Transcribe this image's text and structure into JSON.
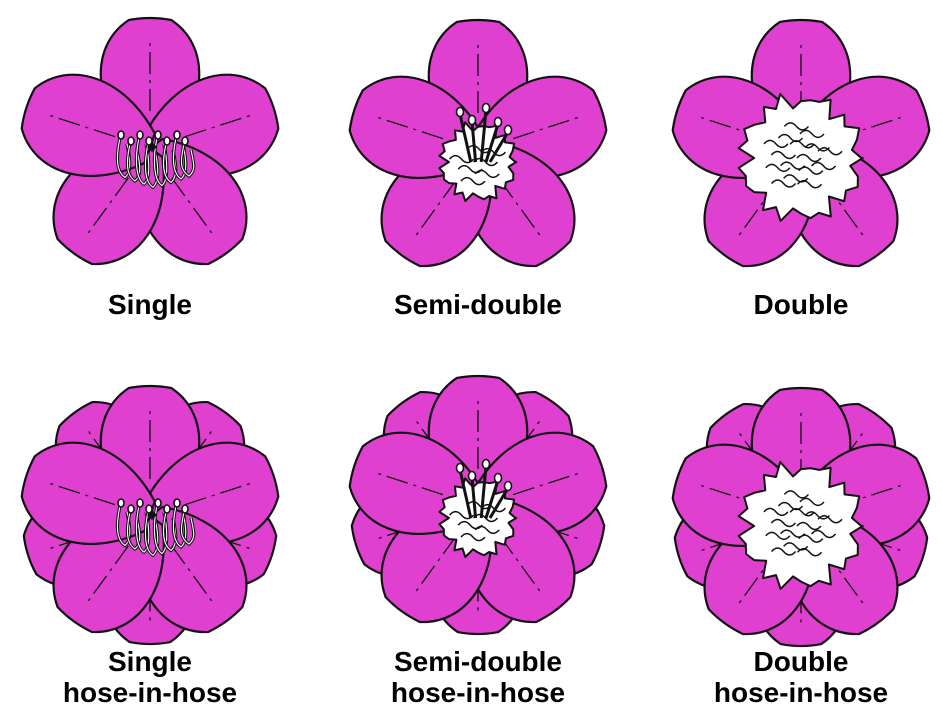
{
  "colors": {
    "petal": "#e040cf",
    "outline": "#111111",
    "center": "#ffffff",
    "background": "#ffffff"
  },
  "flowers": [
    {
      "type": "single",
      "hose_in_hose": false,
      "label_lines": [
        "Single"
      ]
    },
    {
      "type": "semi-double",
      "hose_in_hose": false,
      "label_lines": [
        "Semi-double"
      ]
    },
    {
      "type": "double",
      "hose_in_hose": false,
      "label_lines": [
        "Double"
      ]
    },
    {
      "type": "single",
      "hose_in_hose": true,
      "label_lines": [
        "Single",
        "hose-in-hose"
      ]
    },
    {
      "type": "semi-double",
      "hose_in_hose": true,
      "label_lines": [
        "Semi-double",
        "hose-in-hose"
      ]
    },
    {
      "type": "double",
      "hose_in_hose": true,
      "label_lines": [
        "Double",
        "hose-in-hose"
      ]
    }
  ]
}
